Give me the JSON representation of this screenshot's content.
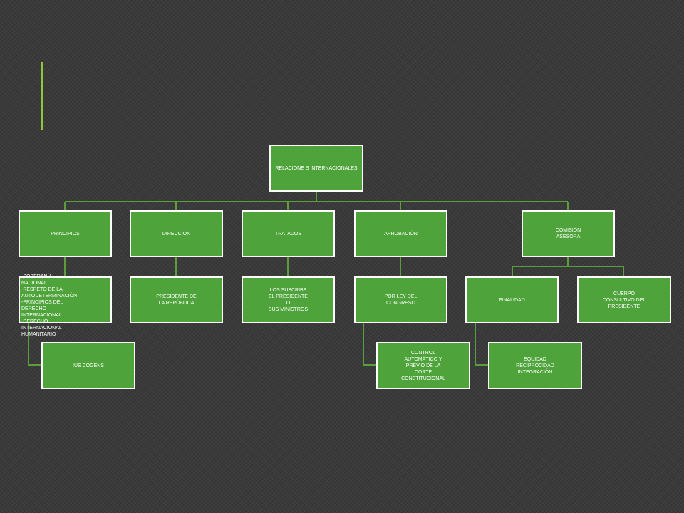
{
  "colors": {
    "background": "#3a3a3a",
    "node_fill": "#4ea33a",
    "node_border": "#ffffff",
    "connector": "#5a9e3c",
    "accent": "#8cc63f"
  },
  "nodes": {
    "root": "RELACIONE S INTERNACIONALES",
    "principios": "PRINCIPIOS",
    "direccion": "DIRECCIÓN",
    "tratados": "TRATADOS",
    "aprobacion": "APROBACIÓN",
    "comision": "COMISIÓN\nASESORA",
    "principios_list": "-SOBERANÍA\nNACIONAL\n-RESPETO DE LA\nAUTODETERMINACIÓN\n-PRINCIPIOS DEL\nDERECHO\nINTERNACIONAL\n-DERECHO\nINTERNACIONAL\nHUMANITARIO",
    "presidente": "PRESIDENTE DE\nLA REPÚBLICA",
    "suscribe": "LOS SUSCRIBE\nEL PRESIDENTE\nO\nSUS MINISTROS",
    "ley": "POR LEY DEL\nCONGRESO",
    "finalidad": "FINALIDAD",
    "cuerpo": "CUERPO\nCONSULTIVO DEL\nPRESIDENTE",
    "ius": "IUS COGENS",
    "control": "CONTROL\nAUTOMÁTICO Y\nPREVIO DE LA\nCORTE\nCONSTITUCIONAL",
    "equidad": "EQUIDAD\nRECIPROCIDAD\nINTEGRACIÓN"
  }
}
